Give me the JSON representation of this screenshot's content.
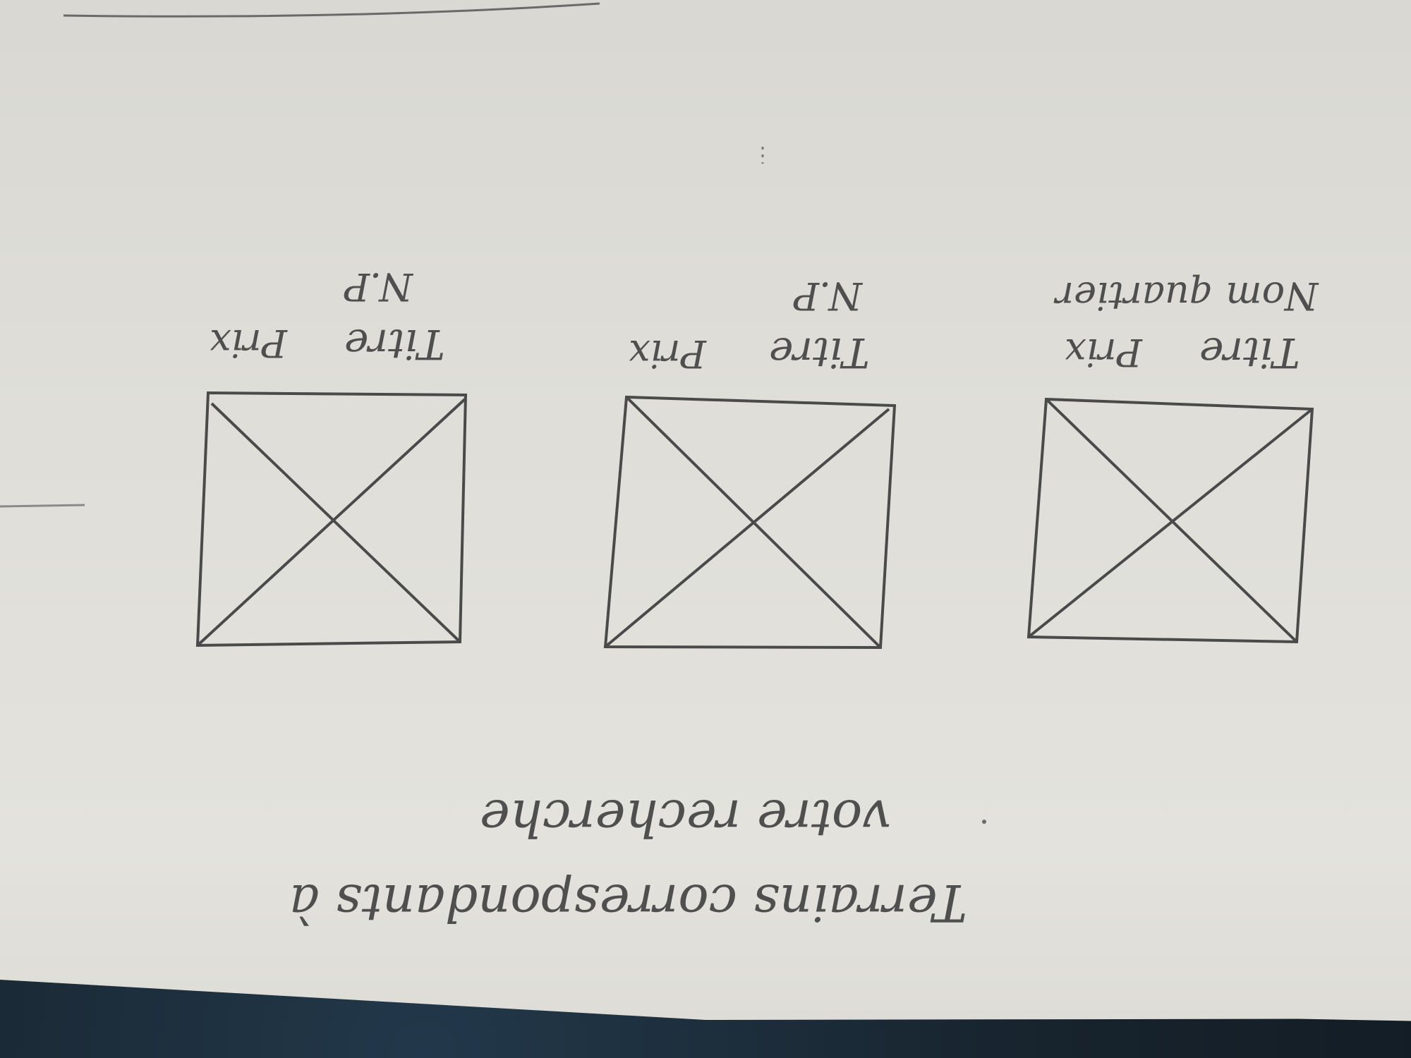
{
  "colors": {
    "paper": "#e0dfd9",
    "pencil": "#4f4f4f",
    "fabric": "#1a2731"
  },
  "heading": {
    "line1": "Terrains correspondants à",
    "line2": "votre recherche"
  },
  "cards": [
    {
      "title_label": "Titre",
      "price_label": "Prix",
      "subtitle": "Nom quartier"
    },
    {
      "title_label": "Titre",
      "price_label": "Prix",
      "subtitle": "N.P"
    },
    {
      "title_label": "Titre",
      "price_label": "Prix",
      "subtitle": "N.P"
    }
  ]
}
